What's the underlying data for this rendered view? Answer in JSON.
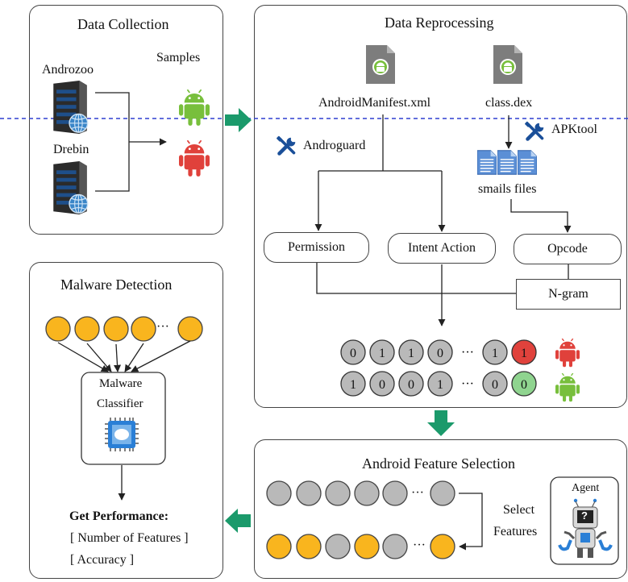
{
  "data_collection": {
    "title": "Data Collection",
    "androzoo": "Androzoo",
    "drebin": "Drebin",
    "samples": "Samples"
  },
  "data_reprocessing": {
    "title": "Data Reprocessing",
    "manifest_file": "AndroidManifest.xml",
    "dex_file": "class.dex",
    "apktool": "APKtool",
    "androguard": "Androguard",
    "smali_files": "smails files",
    "permission": "Permission",
    "intent_action": "Intent Action",
    "opcode": "Opcode",
    "ngram": "N-gram",
    "vector_malware": [
      "0",
      "1",
      "1",
      "0",
      "···",
      "1",
      "1"
    ],
    "vector_benign": [
      "1",
      "0",
      "0",
      "1",
      "···",
      "0",
      "0"
    ]
  },
  "malware_detection": {
    "title": "Malware Detection",
    "ellipsis": "···",
    "classifier_line1": "Malware",
    "classifier_line2": "Classifier",
    "performance_title": "Get Performance:",
    "metric_features": "[ Number of Features ]",
    "metric_accuracy": "[ Accuracy ]"
  },
  "feature_selection": {
    "title": "Android Feature Selection",
    "ellipsis": "···",
    "select_line1": "Select",
    "select_line2": "Features",
    "agent": "Agent",
    "agent_screen": "?"
  },
  "colors": {
    "node_yellow": "#f9b51e",
    "node_gray": "#b9b9b9",
    "label_malware": "#e0423c",
    "label_benign": "#8fd48f",
    "android_green": "#78bf3c",
    "android_red": "#e0413b",
    "flow_arrow": "#1b9a6b",
    "dashed_line": "#2f3fd1",
    "tool_blue": "#1a4f99"
  }
}
